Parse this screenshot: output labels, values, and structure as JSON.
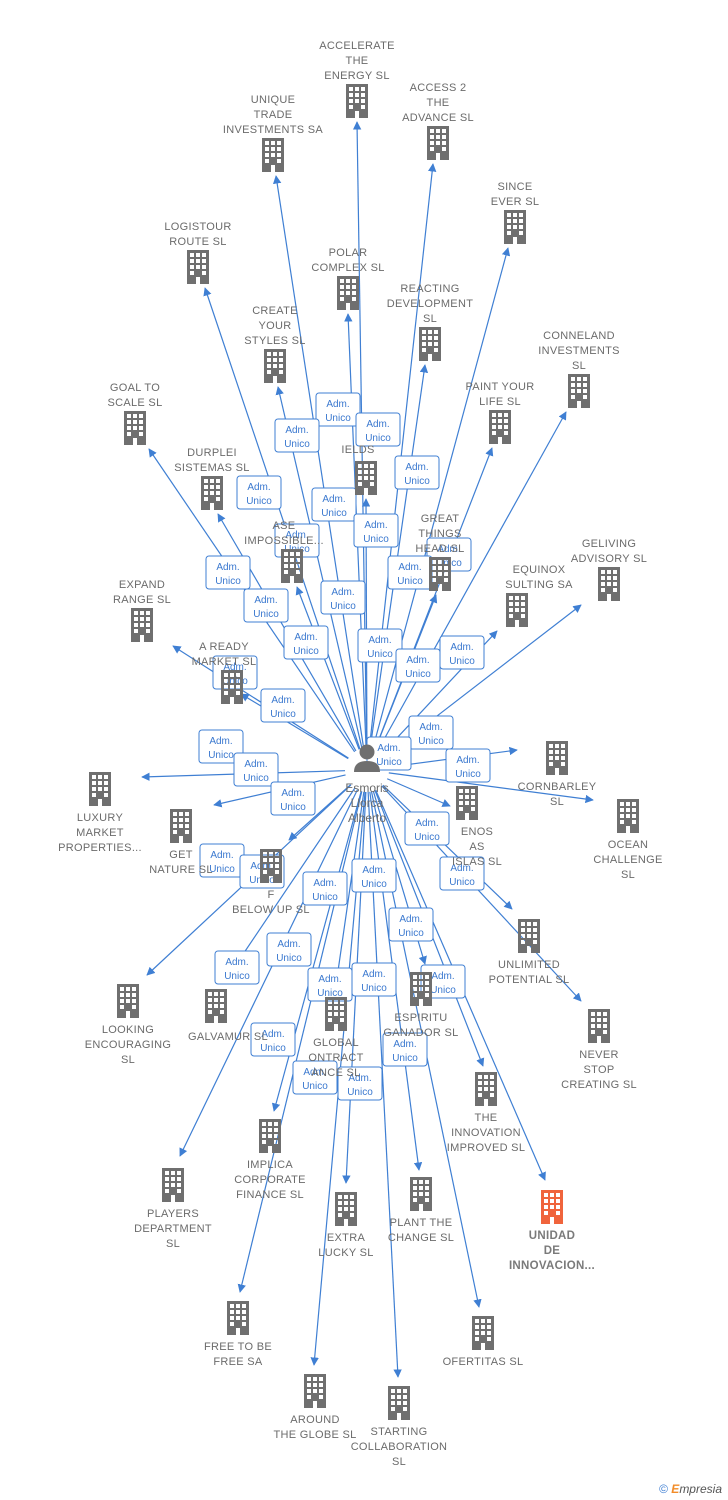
{
  "center": {
    "name": [
      "Esmoris",
      "Llorca",
      "Alberto"
    ]
  },
  "relation_label": [
    "Adm.",
    "Unico"
  ],
  "companies": [
    {
      "id": "accelerate",
      "label": [
        "ACCELERATE",
        "THE",
        "ENERGY  SL"
      ]
    },
    {
      "id": "access2",
      "label": [
        "ACCESS 2",
        "THE",
        "ADVANCE  SL"
      ]
    },
    {
      "id": "unique",
      "label": [
        "UNIQUE",
        "TRADE",
        "INVESTMENTS SA"
      ]
    },
    {
      "id": "since",
      "label": [
        "SINCE",
        "EVER  SL"
      ]
    },
    {
      "id": "logistour",
      "label": [
        "LOGISTOUR",
        "ROUTE  SL"
      ]
    },
    {
      "id": "polar",
      "label": [
        "POLAR",
        "COMPLEX  SL"
      ]
    },
    {
      "id": "reacting",
      "label": [
        "REACTING",
        "DEVELOPMENT",
        "SL"
      ]
    },
    {
      "id": "conneland",
      "label": [
        "CONNELAND",
        "INVESTMENTS",
        "SL"
      ]
    },
    {
      "id": "create",
      "label": [
        "CREATE",
        "YOUR",
        "STYLES  SL"
      ]
    },
    {
      "id": "goal",
      "label": [
        "GOAL TO",
        "SCALE  SL"
      ]
    },
    {
      "id": "paint",
      "label": [
        "PAINT YOUR",
        "LIFE  SL"
      ]
    },
    {
      "id": "fields",
      "label": [
        "IELDS"
      ]
    },
    {
      "id": "durplei",
      "label": [
        "DURPLEI",
        "SISTEMAS  SL"
      ]
    },
    {
      "id": "impossible",
      "label": [
        "ASE",
        "IMPOSSIBLE..."
      ]
    },
    {
      "id": "great",
      "label": [
        "GREAT",
        "THINGS",
        "HEAD  SL"
      ]
    },
    {
      "id": "geliving",
      "label": [
        "GELIVING",
        "ADVISORY  SL"
      ]
    },
    {
      "id": "equinox",
      "label": [
        "EQUINOX",
        "SULTING SA"
      ]
    },
    {
      "id": "expand",
      "label": [
        "EXPAND",
        "RANGE  SL"
      ]
    },
    {
      "id": "aready",
      "label": [
        "A READY",
        "MARKET  SL"
      ]
    },
    {
      "id": "cornbarley",
      "label": [
        "CORNBARLEY",
        "SL"
      ]
    },
    {
      "id": "ocean",
      "label": [
        "OCEAN",
        "CHALLENGE",
        "SL"
      ]
    },
    {
      "id": "luxury",
      "label": [
        "LUXURY",
        "MARKET",
        "PROPERTIES..."
      ]
    },
    {
      "id": "getnature",
      "label": [
        "GET",
        "NATURE  SL"
      ]
    },
    {
      "id": "buenos",
      "label": [
        "ENOS",
        "AS",
        "ISLAS  SL"
      ]
    },
    {
      "id": "belowup",
      "label": [
        "F",
        "BELOW UP  SL"
      ]
    },
    {
      "id": "unlimited",
      "label": [
        "UNLIMITED",
        "POTENTIAL  SL"
      ]
    },
    {
      "id": "looking",
      "label": [
        "LOOKING",
        "ENCOURAGING",
        "SL"
      ]
    },
    {
      "id": "galvamur",
      "label": [
        "GALVAMUR  SL"
      ]
    },
    {
      "id": "global",
      "label": [
        "GLOBAL",
        "ONTRACT",
        "ANCE  SL"
      ]
    },
    {
      "id": "espiritu",
      "label": [
        "ESPIRITU",
        "GANADOR SL"
      ]
    },
    {
      "id": "never",
      "label": [
        "NEVER",
        "STOP",
        "CREATING  SL"
      ]
    },
    {
      "id": "innovation",
      "label": [
        "THE",
        "INNOVATION",
        "IMPROVED  SL"
      ]
    },
    {
      "id": "implica",
      "label": [
        "IMPLICA",
        "CORPORATE",
        "FINANCE  SL"
      ]
    },
    {
      "id": "players",
      "label": [
        "PLAYERS",
        "DEPARTMENT",
        "SL"
      ]
    },
    {
      "id": "extra",
      "label": [
        "EXTRA",
        "LUCKY  SL"
      ]
    },
    {
      "id": "plant",
      "label": [
        "PLANT THE",
        "CHANGE  SL"
      ]
    },
    {
      "id": "unidad",
      "label": [
        "UNIDAD",
        "DE",
        "INNOVACION..."
      ],
      "highlight": true
    },
    {
      "id": "freetobe",
      "label": [
        "FREE TO BE",
        "FREE SA"
      ]
    },
    {
      "id": "ofertitas",
      "label": [
        "OFERTITAS  SL"
      ]
    },
    {
      "id": "around",
      "label": [
        "AROUND",
        "THE GLOBE  SL"
      ]
    },
    {
      "id": "starting",
      "label": [
        "STARTING",
        "COLLABORATION",
        "SL"
      ]
    }
  ],
  "colors": {
    "edge": "#3f7fd3",
    "building": "#6f6f6f",
    "highlight": "#f0643c",
    "person": "#6f6f6f"
  },
  "footer": {
    "copyright": "©",
    "brand_e": "E",
    "brand_rest": "mpresia"
  }
}
